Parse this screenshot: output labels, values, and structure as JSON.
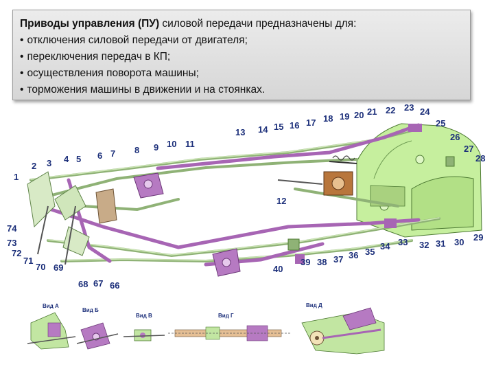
{
  "text_block": {
    "title_bold": "Приводы управления (ПУ)",
    "title_rest": " силовой передачи предназначены для:",
    "bullet": "•",
    "items": [
      "отключения силовой передачи от двигателя;",
      "переключения передач в КП;",
      "осуществления поворота машины;",
      "торможения машины в движении и на стоянках."
    ]
  },
  "callouts": [
    "1",
    "2",
    "3",
    "4",
    "5",
    "6",
    "7",
    "8",
    "9",
    "10",
    "11",
    "12",
    "13",
    "14",
    "15",
    "16",
    "17",
    "18",
    "19",
    "20",
    "21",
    "22",
    "23",
    "24",
    "25",
    "26",
    "27",
    "28",
    "29",
    "30",
    "31",
    "32",
    "33",
    "34",
    "35",
    "36",
    "37",
    "38",
    "39",
    "40",
    "66",
    "67",
    "68",
    "69",
    "70",
    "71",
    "72",
    "73",
    "74"
  ],
  "views": {
    "view_a": "Вид А",
    "view_b": "Вид Б",
    "view_v": "Вид В",
    "view_g": "Вид Г",
    "view_d": "Вид Д"
  },
  "colors": {
    "rod_green": "#b9d7a0",
    "rod_purple": "#a765b4",
    "housing_green": "#c6ef9e",
    "label_blue": "#1c2f7a"
  }
}
